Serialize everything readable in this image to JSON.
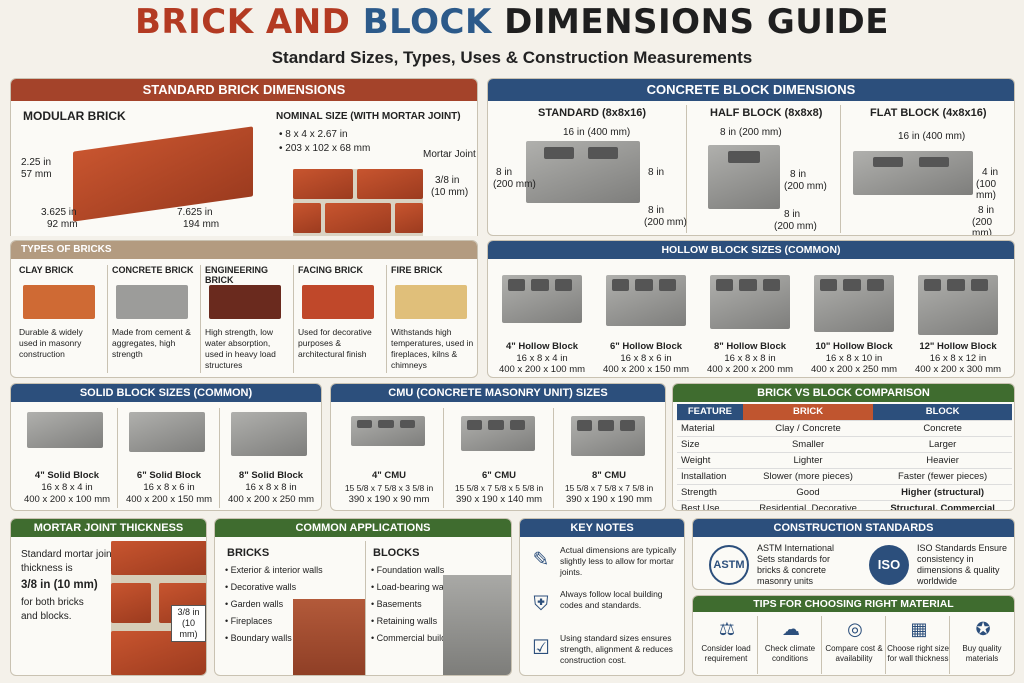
{
  "title": {
    "part1": "BRICK AND",
    "part2": "BLOCK",
    "part3": "DIMENSIONS GUIDE"
  },
  "subtitle": "Standard Sizes, Types, Uses & Construction Measurements",
  "standard_brick": {
    "header": "STANDARD BRICK DIMENSIONS",
    "modular": "MODULAR BRICK",
    "h_in": "2.25 in",
    "h_mm": "57 mm",
    "w_in": "3.625 in",
    "w_mm": "92 mm",
    "l_in": "7.625 in",
    "l_mm": "194 mm",
    "nominal_title": "NOMINAL SIZE (WITH MORTAR JOINT)",
    "nominal_1": "8 x 4 x 2.67 in",
    "nominal_2": "203 x 102 x 68 mm",
    "mortar_joint": "Mortar Joint",
    "mortar_in": "3/8 in",
    "mortar_mm": "(10 mm)"
  },
  "types": {
    "header": "TYPES OF BRICKS",
    "items": [
      {
        "name": "CLAY BRICK",
        "desc": "Durable & widely used in masonry construction",
        "color": "#cf6a34"
      },
      {
        "name": "CONCRETE BRICK",
        "desc": "Made from cement & aggregates, high strength",
        "color": "#9c9c9a"
      },
      {
        "name": "ENGINEERING BRICK",
        "desc": "High strength, low water absorption, used in heavy load structures",
        "color": "#6a2a1e"
      },
      {
        "name": "FACING BRICK",
        "desc": "Used for decorative purposes & architectural finish",
        "color": "#c0482a"
      },
      {
        "name": "FIRE BRICK",
        "desc": "Withstands high temperatures, used in fireplaces, kilns & chimneys",
        "color": "#e0bf7a"
      }
    ]
  },
  "concrete_block": {
    "header": "CONCRETE BLOCK DIMENSIONS",
    "standard": "STANDARD (8x8x16)",
    "half": "HALF BLOCK (8x8x8)",
    "flat": "FLAT BLOCK (4x8x16)",
    "s_len": "16 in (400 mm)",
    "s_h": "8 in",
    "s_h2": "(200 mm)",
    "s_w": "8 in",
    "s_w2": "(200 mm)",
    "h_top": "8 in (200 mm)",
    "h_h": "8 in",
    "h_h2": "(200 mm)",
    "h_w": "8 in",
    "h_w2": "(200 mm)",
    "f_len": "16 in (400 mm)",
    "f_h": "4 in",
    "f_h2": "(100 mm)",
    "f_w": "8 in",
    "f_w2": "(200 mm)"
  },
  "hollow": {
    "header": "HOLLOW BLOCK SIZES (COMMON)",
    "items": [
      {
        "name": "4\" Hollow Block",
        "in": "16 x 8 x 4 in",
        "mm": "400 x 200 x 100 mm"
      },
      {
        "name": "6\" Hollow Block",
        "in": "16 x 8 x 6 in",
        "mm": "400 x 200 x 150 mm"
      },
      {
        "name": "8\" Hollow Block",
        "in": "16 x 8 x 8 in",
        "mm": "400 x 200 x 200 mm"
      },
      {
        "name": "10\" Hollow Block",
        "in": "16 x 8 x 10 in",
        "mm": "400 x 200 x 250 mm"
      },
      {
        "name": "12\" Hollow Block",
        "in": "16 x 8 x 12 in",
        "mm": "400 x 200 x 300 mm"
      }
    ]
  },
  "solid": {
    "header": "SOLID BLOCK SIZES (COMMON)",
    "items": [
      {
        "name": "4\" Solid Block",
        "in": "16 x 8 x 4 in",
        "mm": "400 x 200 x 100 mm"
      },
      {
        "name": "6\" Solid Block",
        "in": "16 x 8 x 6 in",
        "mm": "400 x 200 x 150 mm"
      },
      {
        "name": "8\" Solid Block",
        "in": "16 x 8 x 8 in",
        "mm": "400 x 200 x 250 mm"
      }
    ]
  },
  "cmu": {
    "header": "CMU (CONCRETE MASONRY UNIT) SIZES",
    "items": [
      {
        "name": "4\" CMU",
        "in": "15 5/8 x 7 5/8 x 3 5/8 in",
        "mm": "390 x 190 x 90 mm"
      },
      {
        "name": "6\" CMU",
        "in": "15 5/8 x 7 5/8 x 5 5/8 in",
        "mm": "390 x 190 x 140 mm"
      },
      {
        "name": "8\" CMU",
        "in": "15 5/8 x 7 5/8 x 7 5/8 in",
        "mm": "390 x 190 x 190 mm"
      }
    ]
  },
  "comparison": {
    "header": "BRICK VS BLOCK COMPARISON",
    "cols": [
      "FEATURE",
      "BRICK",
      "BLOCK"
    ],
    "rows": [
      [
        "Material",
        "Clay / Concrete",
        "Concrete"
      ],
      [
        "Size",
        "Smaller",
        "Larger"
      ],
      [
        "Weight",
        "Lighter",
        "Heavier"
      ],
      [
        "Installation",
        "Slower (more pieces)",
        "Faster (fewer pieces)"
      ],
      [
        "Strength",
        "Good",
        "Higher (structural)"
      ],
      [
        "Best Use",
        "Residential, Decorative",
        "Structural, Commercial"
      ]
    ]
  },
  "mortar": {
    "header": "MORTAR JOINT THICKNESS",
    "l1": "Standard mortar joint",
    "l2": "thickness is",
    "l3": "3/8 in (10 mm)",
    "l4": "for both bricks",
    "l5": "and blocks.",
    "tag1": "3/8 in",
    "tag2": "(10 mm)"
  },
  "applications": {
    "header": "COMMON APPLICATIONS",
    "bricks_title": "BRICKS",
    "bricks": [
      "Exterior & interior walls",
      "Decorative walls",
      "Garden walls",
      "Fireplaces",
      "Boundary walls"
    ],
    "blocks_title": "BLOCKS",
    "blocks": [
      "Foundation walls",
      "Load-bearing walls",
      "Basements",
      "Retaining walls",
      "Commercial buildings"
    ]
  },
  "notes": {
    "header": "KEY NOTES",
    "items": [
      {
        "icon": "ruler-icon",
        "text": "Actual dimensions are typically slightly less to allow for mortar joints."
      },
      {
        "icon": "shield-icon",
        "text": "Always follow local building codes and standards."
      },
      {
        "icon": "checklist-icon",
        "text": "Using standard sizes ensures strength, alignment & reduces construction cost."
      }
    ]
  },
  "standards": {
    "header": "CONSTRUCTION STANDARDS",
    "astm_logo": "ASTM",
    "astm_text": "ASTM International Sets standards for bricks & concrete masonry units",
    "iso_logo": "ISO",
    "iso_text": "ISO Standards Ensure consistency in dimensions & quality worldwide"
  },
  "tips": {
    "header": "TIPS FOR CHOOSING RIGHT MATERIAL",
    "items": [
      {
        "icon": "weight-icon",
        "glyph": "⚖",
        "text": "Consider load requirement"
      },
      {
        "icon": "climate-icon",
        "glyph": "☁",
        "text": "Check climate conditions"
      },
      {
        "icon": "coins-icon",
        "glyph": "◎",
        "text": "Compare cost & availability"
      },
      {
        "icon": "wall-icon",
        "glyph": "▦",
        "text": "Choose right size for wall thickness"
      },
      {
        "icon": "badge-icon",
        "glyph": "✪",
        "text": "Buy quality materials"
      }
    ]
  },
  "colors": {
    "red": "#a4432a",
    "blue": "#2c4f7c",
    "green": "#3f6c2f",
    "brick_col": "#c0552f",
    "block_col": "#2c4f7c"
  }
}
